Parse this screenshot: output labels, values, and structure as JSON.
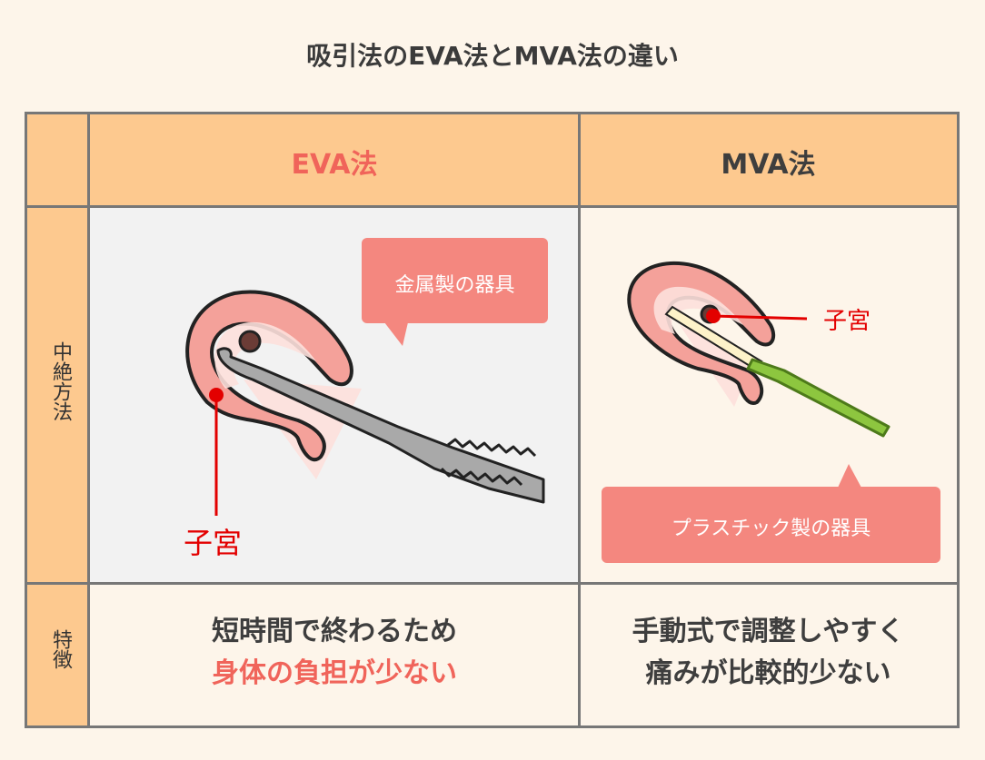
{
  "title": "吸引法のEVA法とMVA法の違い",
  "header": {
    "eva": "EVA法",
    "mva": "MVA法"
  },
  "rows": {
    "method": "中絶方法",
    "features": "特徴"
  },
  "eva_panel": {
    "callout": "金属製の器具",
    "uterus_label": "子宮"
  },
  "mva_panel": {
    "callout": "プラスチック製の器具",
    "uterus_label": "子宮"
  },
  "features": {
    "eva_line1": "短時間で終わるため",
    "eva_line2": "身体の負担が少ない",
    "mva_line1": "手動式で調整しやすく",
    "mva_line2": "痛みが比較的少ない"
  },
  "colors": {
    "header_bg": "#fdc98f",
    "eva_accent": "#f0645a",
    "callout_bg": "#f4877f",
    "uterus_fill": "#f4a19a",
    "uterus_inner": "#fde0dc",
    "metal": "#a9a9a9",
    "plastic": "#8dc63f",
    "label_red": "#e30000"
  }
}
